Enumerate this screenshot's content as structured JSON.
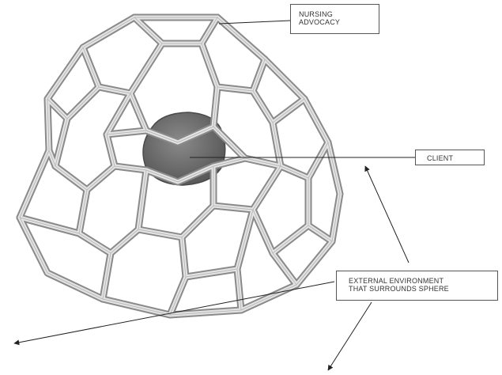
{
  "labels": {
    "nursing_advocacy": [
      "NURSING",
      "ADVOCACY"
    ],
    "client": "CLIENT",
    "external_environment": [
      "EXTERNAL ENVIRONMENT",
      "THAT SURROUNDS SPHERE"
    ]
  },
  "colors": {
    "frame": "#8a8a8a",
    "frame_light": "#e4e4e4",
    "client_core": "#6b6b6b",
    "line": "#222222",
    "background": "#ffffff"
  }
}
